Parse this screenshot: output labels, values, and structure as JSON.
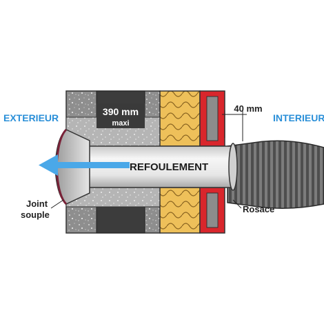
{
  "labels": {
    "exterieur": "EXTERIEUR",
    "interieur": "INTERIEUR",
    "wall_max": "390 mm",
    "wall_max_sub": "maxi",
    "rosace_width": "40 mm",
    "refoulement": "REFOULEMENT",
    "joint_line1": "Joint",
    "joint_line2": "souple",
    "rosace": "Rosace"
  },
  "colors": {
    "label_blue": "#2a8fd8",
    "arrow_blue": "#4aa8e8",
    "concrete": "#8c8c8c",
    "insulation": "#e8b84a",
    "brick_red": "#d9262c",
    "pipe": "#e4e4e4",
    "duct": "#5a5a5a",
    "joint": "#7a2238"
  },
  "icons": {
    "arrow": "arrow-left-icon"
  }
}
